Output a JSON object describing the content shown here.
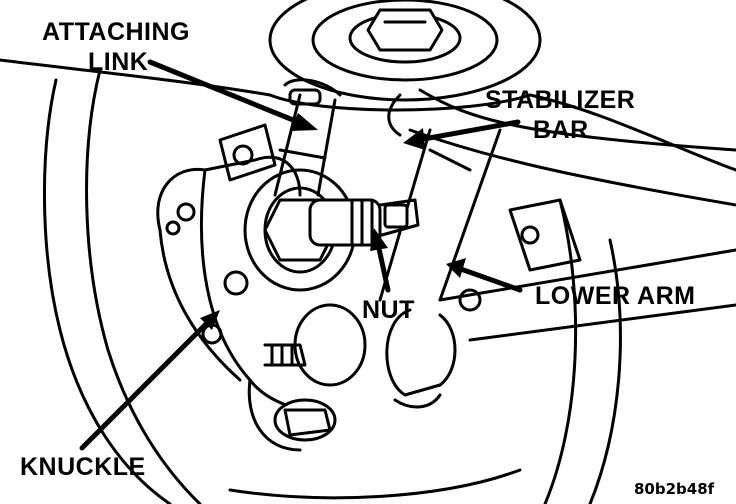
{
  "labels": {
    "attaching_link_line1": "ATTACHING",
    "attaching_link_line2": "LINK",
    "stabilizer_bar_line1": "STABILIZER",
    "stabilizer_bar_line2": "BAR",
    "nut": "NUT",
    "lower_arm": "LOWER ARM",
    "knuckle": "KNUCKLE"
  },
  "figure_code": "80b2b48f",
  "colors": {
    "ink": "#000000",
    "paper": "#ffffff"
  }
}
